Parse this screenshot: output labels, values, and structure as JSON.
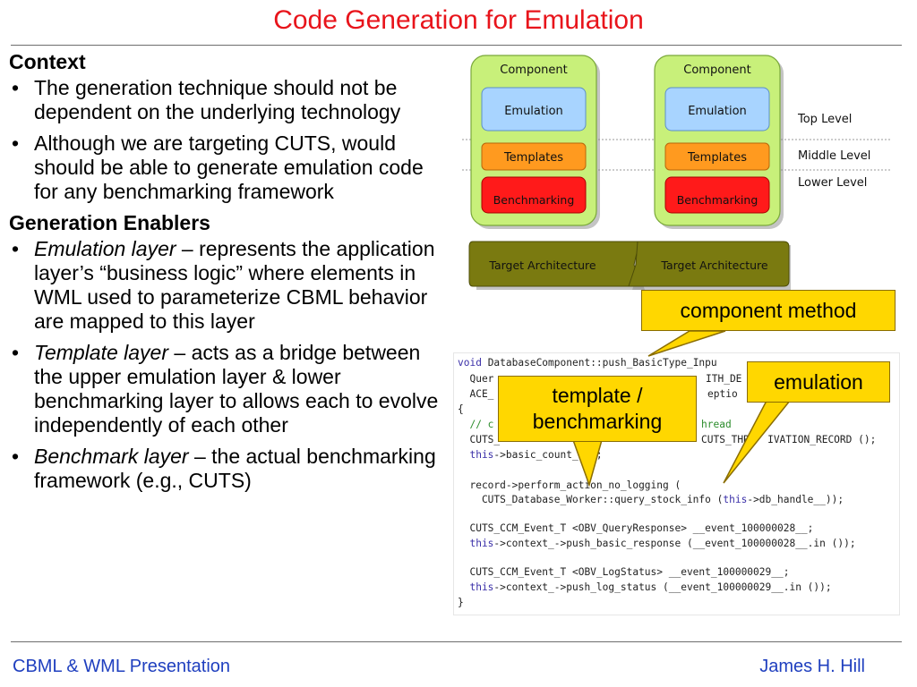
{
  "title": "Code Generation for Emulation",
  "left": {
    "context_heading": "Context",
    "context_bullets": [
      "The generation technique should not be dependent on the underlying technology",
      "Although we are targeting CUTS, would should be able to generate emulation code for any benchmarking framework"
    ],
    "enablers_heading": "Generation Enablers",
    "enablers": [
      {
        "term": "Emulation layer",
        "text": " – represents the application layer’s “business logic” where elements in WML used to parameterize CBML behavior are mapped to this layer"
      },
      {
        "term": "Template layer",
        "text": " – acts as a bridge between the upper emulation layer & lower benchmarking layer to allows each to evolve independently of each other"
      },
      {
        "term": "Benchmark layer",
        "text": " – the actual benchmarking framework (e.g., CUTS)"
      }
    ]
  },
  "diagram": {
    "component_label": "Component",
    "emulation_label": "Emulation",
    "templates_label": "Templates",
    "benchmarking_label": "Benchmarking",
    "target_label": "Target Architecture",
    "levels": [
      "Top Level",
      "Middle Level",
      "Lower Level"
    ],
    "colors": {
      "component": "#c8f07a",
      "emulation": "#a8d4ff",
      "templates": "#ff9a1f",
      "benchmarking": "#ff1a1a",
      "target": "#7a7a10"
    }
  },
  "callouts": {
    "component_method": "component method",
    "emulation": "emulation",
    "template_line1": "template /",
    "template_line2": "benchmarking"
  },
  "code": {
    "l1_kw": "void",
    "l1": " DatabaseComponent::push_BasicType_Inpu",
    "l2": "  Quer",
    "l2b": "ITH_DE",
    "l3": "  ACE_",
    "l3b": "eptio",
    "l4": "{",
    "l5_cm": "  // c",
    "l5b_cm": "hread",
    "l6": "  CUTS_",
    "l6b": "CUTS_THR   IVATION_RECORD ();",
    "l7_kw": "  this",
    "l7": "->basic_count_ ++;",
    "l8": "  record->perform_action_no_logging (",
    "l9": "    CUTS_Database_Worker::query_stock_info (",
    "l9_kw": "this",
    "l9b": "->db_handle__));",
    "l10": "  CUTS_CCM_Event_T <OBV_QueryResponse> __event_100000028__;",
    "l11_kw": "  this",
    "l11": "->context_->push_basic_response (__event_100000028__.in ());",
    "l12": "  CUTS_CCM_Event_T <OBV_LogStatus> __event_100000029__;",
    "l13_kw": "  this",
    "l13": "->context_->push_log_status (__event_100000029__.in ());",
    "l14": "}"
  },
  "footer": {
    "left": "CBML & WML Presentation",
    "right": "James H. Hill"
  }
}
